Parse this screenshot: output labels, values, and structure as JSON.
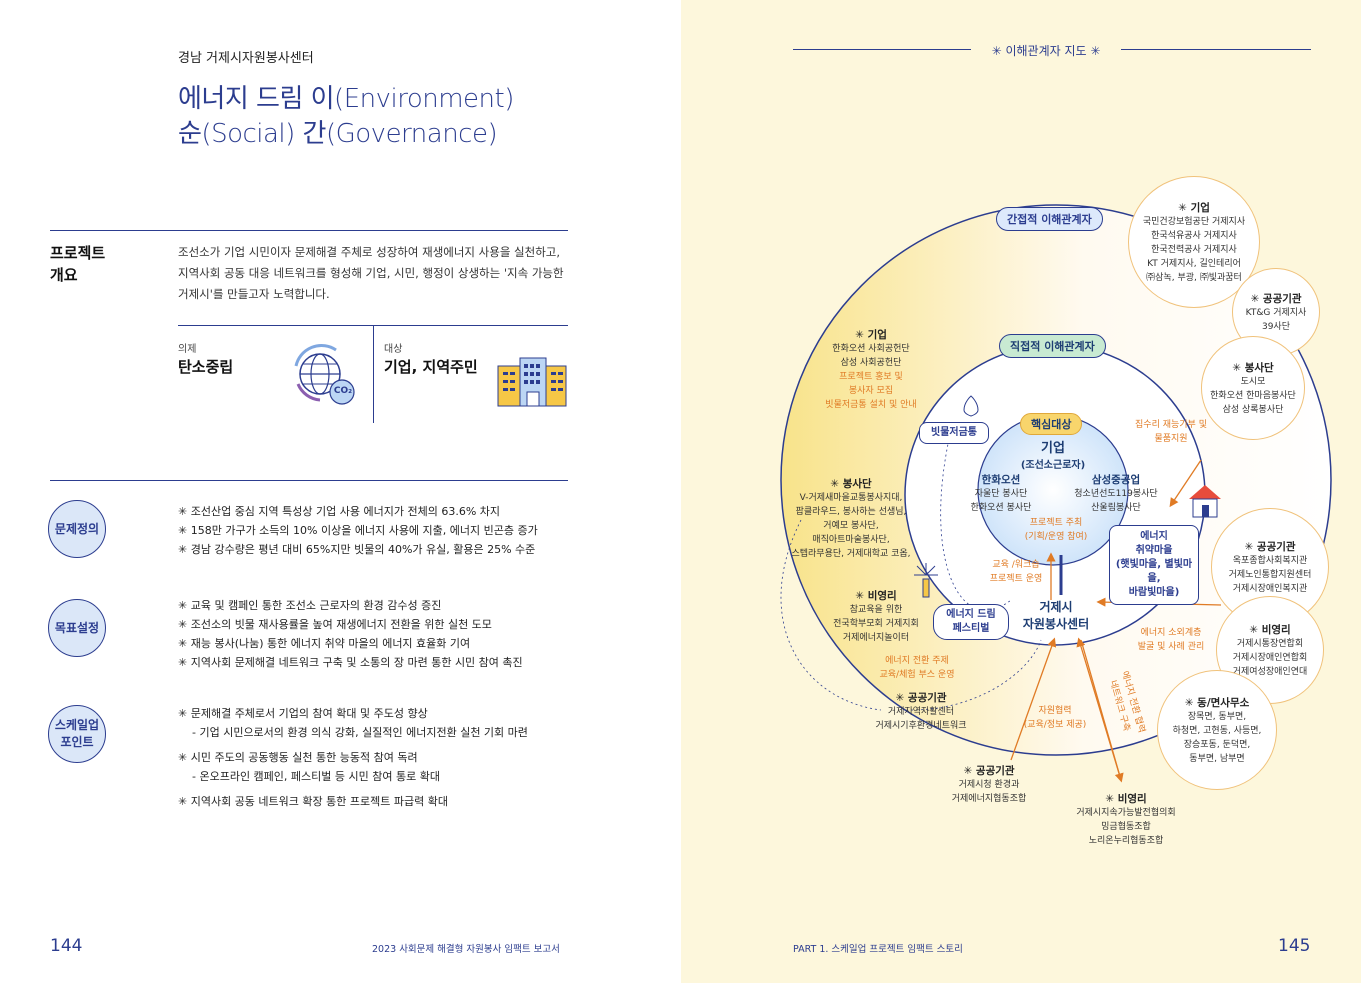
{
  "left": {
    "org": "경남 거제시자원봉사센터",
    "title_line1": "에너지 드림 이(Environment)",
    "title_line2": "순(Social) 간(Governance)",
    "overview_label_1": "프로젝트",
    "overview_label_2": "개요",
    "overview_text": "조선소가 기업 시민이자 문제해결 주체로 성장하여 재생에너지 사용을 실천하고, 지역사회 공동 대응 네트워크를 형성해 기업, 시민, 행정이 상생하는 '지속 가능한 거제시'를 만들고자 노력합니다.",
    "agenda_small": "의제",
    "agenda_big": "탄소중립",
    "target_small": "대상",
    "target_big": "기업, 지역주민",
    "co2_label": "CO₂",
    "problem": {
      "badge": "문제정의",
      "items": [
        "✳ 조선산업 중심 지역 특성상 기업 사용 에너지가 전체의 63.6% 차지",
        "✳ 158만 가구가 소득의 10% 이상을 에너지 사용에 지출, 에너지 빈곤층 증가",
        "✳ 경남 강수량은 평년 대비 65%지만 빗물의 40%가 유실, 활용은 25% 수준"
      ]
    },
    "goal": {
      "badge": "목표설정",
      "items": [
        "✳ 교육 및 캠페인 통한 조선소 근로자의 환경 감수성 증진",
        "✳ 조선소의 빗물 재사용률을 높여 재생에너지 전환을 위한 실천 도모",
        "✳ 재능 봉사(나눔) 통한 에너지 취약 마을의 에너지 효율화 기여",
        "✳ 지역사회 문제해결 네트워크 구축 및 소통의 장 마련 통한 시민 참여 촉진"
      ]
    },
    "scale": {
      "badge_1": "스케일업",
      "badge_2": "포인트",
      "item1": "✳ 문제해결 주체로서 기업의 참여 확대 및 주도성 향상",
      "item1_sub": "- 기업 시민으로서의 환경 의식 강화, 실질적인 에너지전환 실천 기회 마련",
      "item2": "✳ 시민 주도의 공동행동 실천 통한 능동적 참여 독려",
      "item2_sub": "- 온오프라인 캠페인, 페스티벌 등 시민 참여 통로 확대",
      "item3": "✳ 지역사회 공동 네트워크 확장 통한 프로젝트 파급력 확대"
    },
    "page_number": "144",
    "footer": "2023 사회문제 해결형 자원봉사 임팩트 보고서"
  },
  "right": {
    "map_title": "✳ 이해관계자 지도 ✳",
    "indirect_label": "간접적 이해관계자",
    "direct_label": "직접적 이해관계자",
    "core_label": "핵심대상",
    "core_title": "기업",
    "core_sub": "(조선소근로자)",
    "hanwha_title": "한화오션",
    "hanwha_body": [
      "자울단 봉사단",
      "한화오션 봉사단"
    ],
    "samsung_title": "삼성중공업",
    "samsung_body": [
      "청소년선도119봉사단",
      "산울림봉사단"
    ],
    "core_orange": [
      "프로젝트 주최",
      "(기획/운영 참여)"
    ],
    "center_title": [
      "거제시",
      "자원봉사센터"
    ],
    "rain_box": "빗물저금통",
    "festival_box": [
      "에너지 드림",
      "페스티벌"
    ],
    "vuln_box": [
      "에너지",
      "취약마을",
      "(햇빛마을, 별빛마을,",
      "바람빛마을)"
    ],
    "edu_orange": [
      "교육 /워크숍",
      "프로젝트 운영"
    ],
    "roof_orange": [
      "집수리 재능기부 및",
      "물품지원"
    ],
    "consult_orange": [
      "에너지 소외계층",
      "발굴 및 사례 관리"
    ],
    "resource_orange": [
      "자원협력",
      "(교육/정보 제공)"
    ],
    "network_orange": [
      "에너지 전환 협력",
      "네트워크 구축"
    ],
    "edu2_orange": [
      "에너지 전환 주제",
      "교육/체험 부스 운영"
    ],
    "left_company_title": "✳ 기업",
    "left_company_body": [
      "한화오션 사회공헌단",
      "삼성 사회공헌단"
    ],
    "left_company_orange": [
      "프로젝트 홍보 및",
      "봉사자 모집",
      "빗물저금통 설치 및 안내"
    ],
    "left_volunteer_title": "✳ 봉사단",
    "left_volunteer_body": [
      "V-거제새마을교통봉사지대,",
      "팝클라우드, 봉사하는 선생님,",
      "거예모 봉사단,",
      "매직아트마술봉사단,",
      "스텝라무용단, 거제대학교 코옵,"
    ],
    "left_npo_title": "✳ 비영리",
    "left_npo_body": [
      "참교육을 위한",
      "전국학부모회 거제지회",
      "거제에너지놀이터"
    ],
    "left_public_title": "✳ 공공기관",
    "left_public_body": [
      "거제지역자활센터",
      "거제시기후환경네트워크"
    ],
    "bottom_public_title": "✳ 공공기관",
    "bottom_public_body": [
      "거제시청 환경과",
      "거제에너지협동조합"
    ],
    "bottom_npo_title": "✳ 비영리",
    "bottom_npo_body": [
      "거제시지속가능발전협의회",
      "밍금협동조합",
      "노리온누리협동조합"
    ],
    "n_company_title": "✳ 기업",
    "n_company_body": [
      "국민건강보험공단 거제지사",
      "한국석유공사 거제지사",
      "한국전력공사 거제지사",
      "KT 거제지사, 길인테리어",
      "㈜삼녹, 부광, ㈜빛과꿈터"
    ],
    "n_public1_title": "✳ 공공기관",
    "n_public1_body": [
      "KT&G 거제지사",
      "39사단"
    ],
    "n_vol_title": "✳ 봉사단",
    "n_vol_body": [
      "도시모",
      "한화오션 한마음봉사단",
      "삼성 상록봉사단"
    ],
    "n_public2_title": "✳ 공공기관",
    "n_public2_body": [
      "옥포종합사회복지관",
      "거제노인통합지원센터",
      "거제시장애인복지관"
    ],
    "n_npo_title": "✳ 비영리",
    "n_npo_body": [
      "거제시통장연합회",
      "거제시장애인연합회",
      "거제여성장애인연대"
    ],
    "n_dong_title": "✳ 동/면사무소",
    "n_dong_body": [
      "장목면, 동부면,",
      "하청면, 고현동, 사등면,",
      "장승포동, 둔덕면,",
      "동부면, 남부면"
    ],
    "page_number": "145",
    "footer": "PART 1. 스케일업 프로젝트 임팩트 스토리"
  },
  "colors": {
    "navy": "#2c3d8f",
    "orange": "#e07b25",
    "cream": "#fdf7dc"
  }
}
